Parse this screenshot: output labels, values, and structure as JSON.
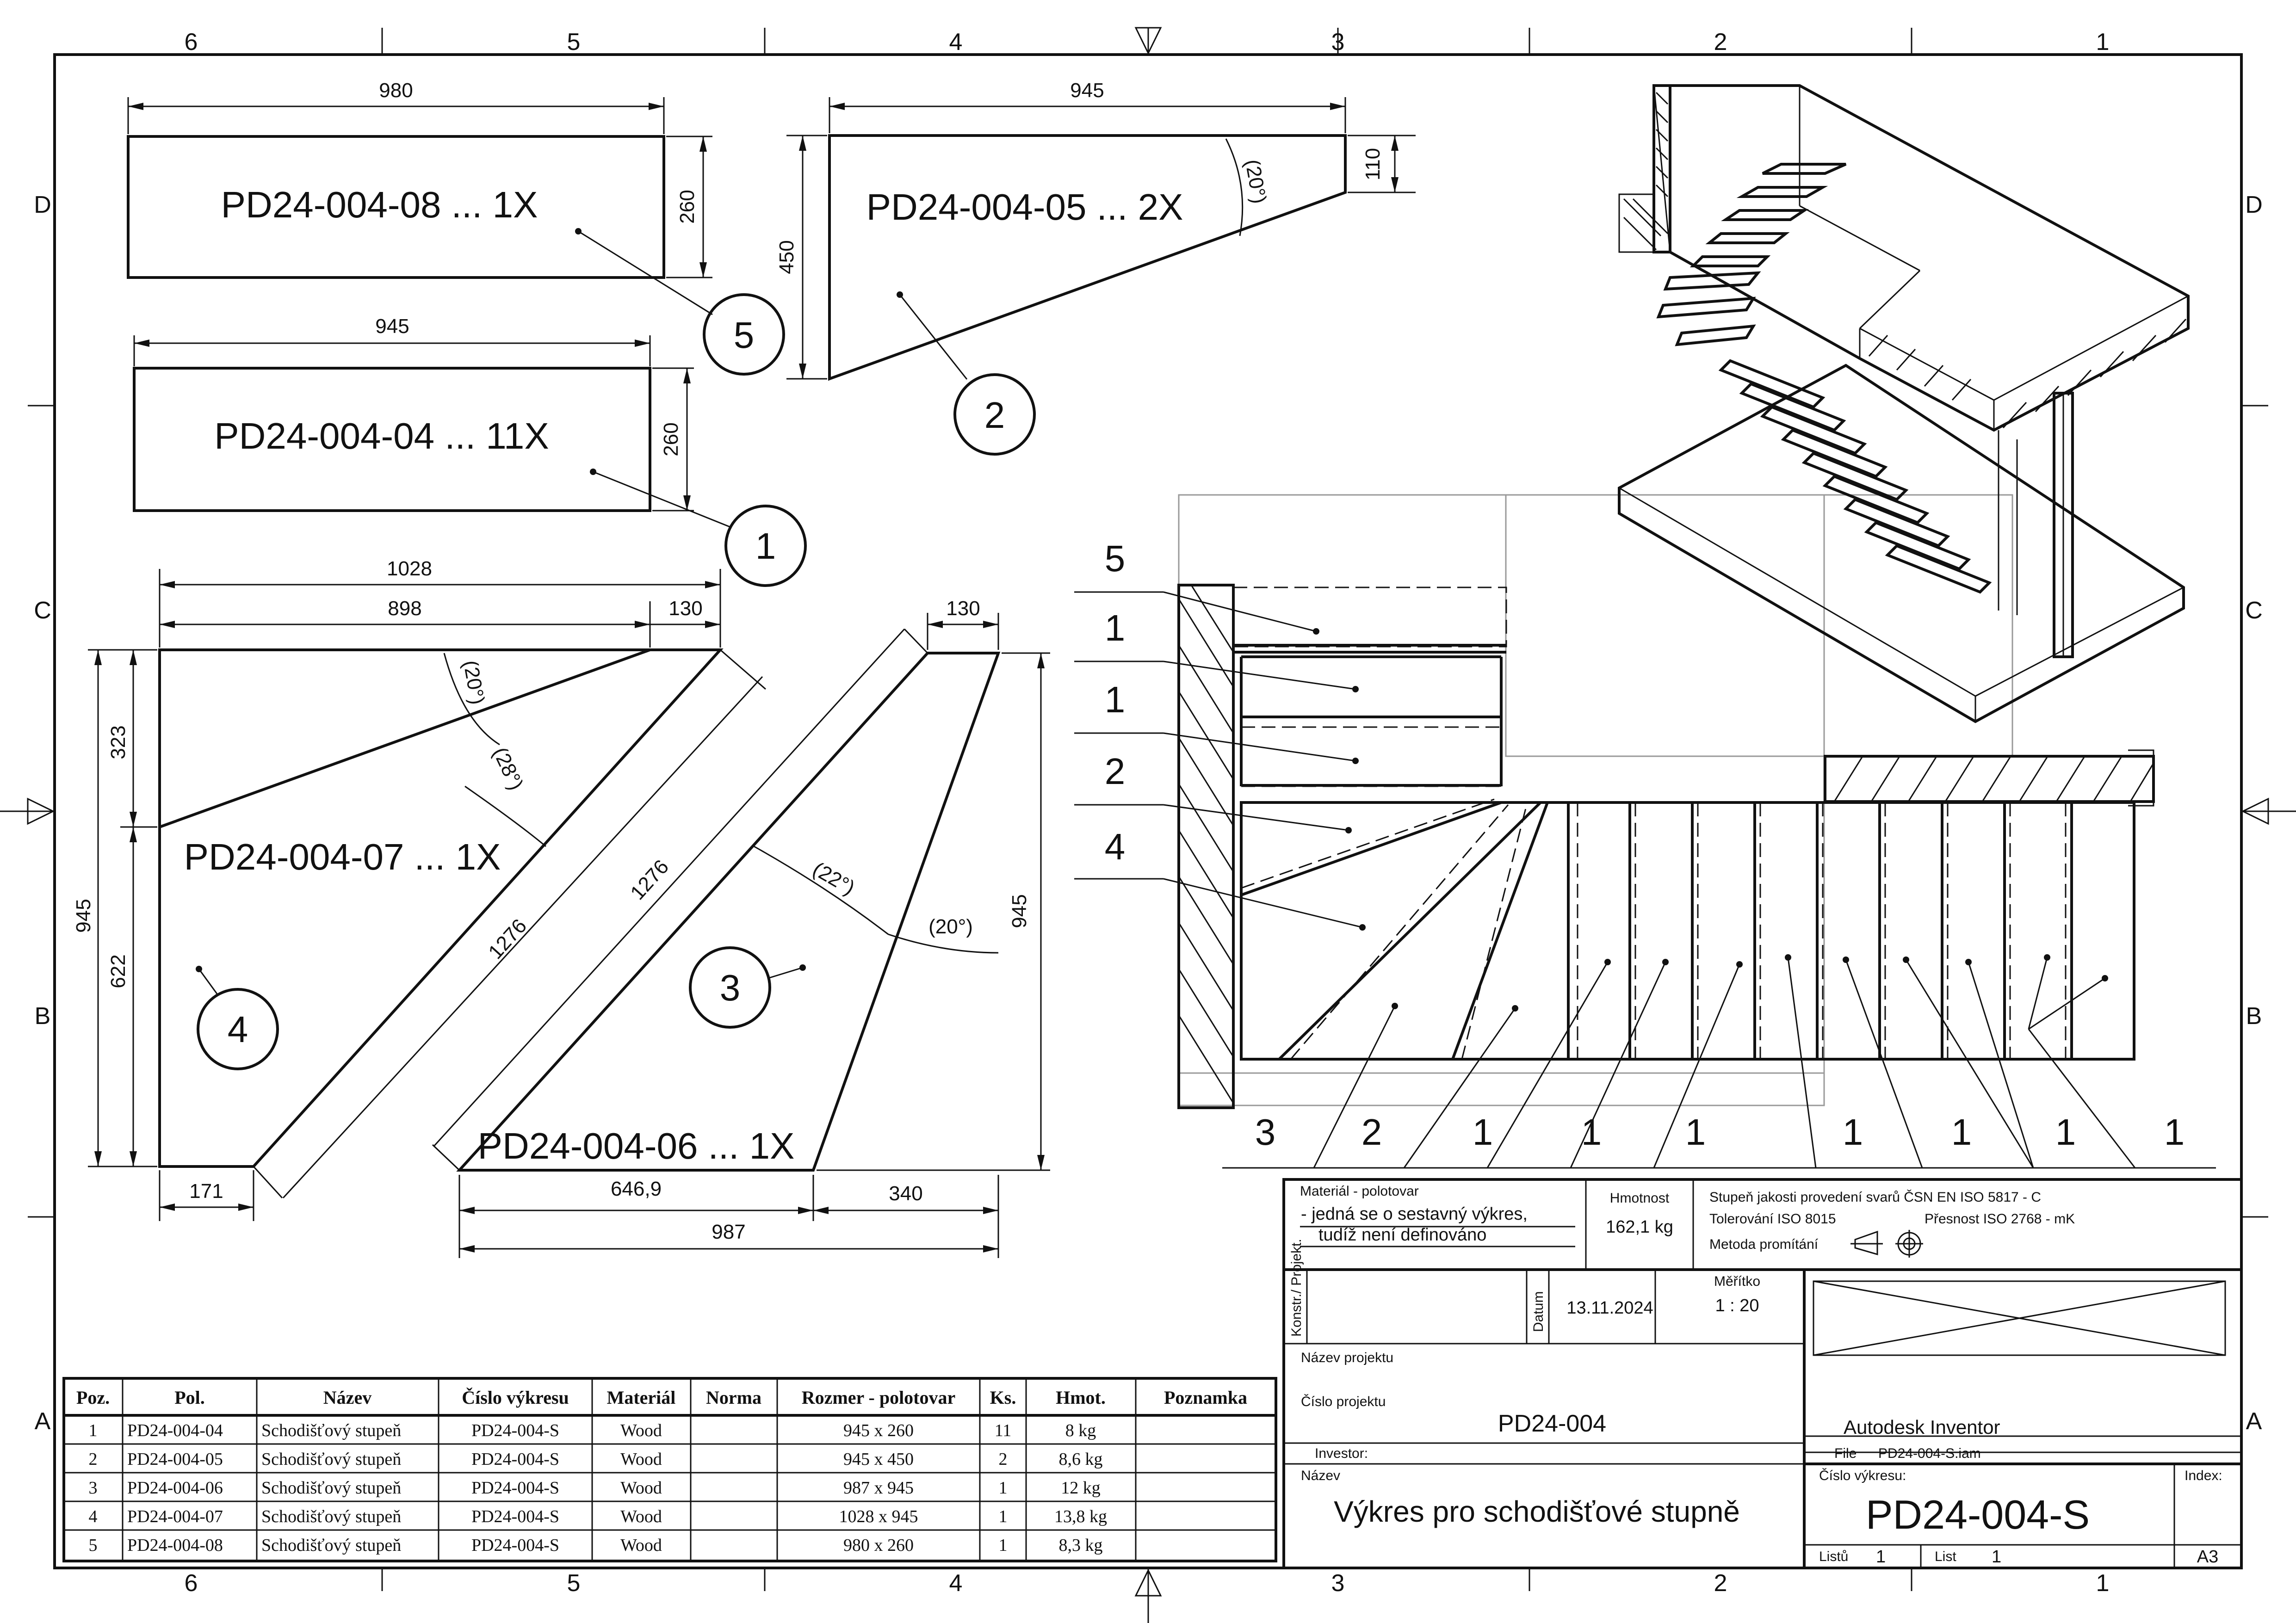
{
  "zones": {
    "columns": [
      "6",
      "5",
      "4",
      "3",
      "2",
      "1"
    ],
    "rows": [
      "D",
      "C",
      "B",
      "A"
    ]
  },
  "parts": {
    "p08": {
      "label": "PD24-004-08 ... 1X",
      "dims": [
        "980",
        "260"
      ],
      "balloon": "5"
    },
    "p04": {
      "label": "PD24-004-04 ... 11X",
      "dims": [
        "945",
        "260"
      ],
      "balloon": "1"
    },
    "p05": {
      "label": "PD24-004-05 ... 2X",
      "dims": [
        "945",
        "450",
        "110",
        "(20°)"
      ],
      "balloon": "2"
    },
    "p07": {
      "label": "PD24-004-07 ... 1X",
      "dims": [
        "1028",
        "898",
        "130",
        "323",
        "622",
        "945",
        "171",
        "1276",
        "(20°)",
        "(28°)"
      ],
      "balloon": "4"
    },
    "p06": {
      "label": "PD24-004-06 ... 1X",
      "dims": [
        "130",
        "1276",
        "945",
        "646,9",
        "340",
        "987",
        "(22°)",
        "(20°)"
      ],
      "balloon": "3"
    }
  },
  "plan_view": {
    "left_balloons": [
      "5",
      "1",
      "1",
      "2",
      "4"
    ],
    "bottom_balloons": [
      "3",
      "2",
      "1",
      "1",
      "1",
      "1",
      "1",
      "1",
      "1"
    ]
  },
  "bom": {
    "headers": [
      "Poz.",
      "Pol.",
      "Název",
      "Číslo výkresu",
      "Materiál",
      "Norma",
      "Rozmer - polotovar",
      "Ks.",
      "Hmot.",
      "Poznamka"
    ],
    "rows": [
      [
        "1",
        "PD24-004-04",
        "Schodišťový stupeň",
        "PD24-004-S",
        "Wood",
        "",
        "945 x 260",
        "11",
        "8 kg",
        ""
      ],
      [
        "2",
        "PD24-004-05",
        "Schodišťový stupeň",
        "PD24-004-S",
        "Wood",
        "",
        "945 x 450",
        "2",
        "8,6 kg",
        ""
      ],
      [
        "3",
        "PD24-004-06",
        "Schodišťový stupeň",
        "PD24-004-S",
        "Wood",
        "",
        "987 x 945",
        "1",
        "12 kg",
        ""
      ],
      [
        "4",
        "PD24-004-07",
        "Schodišťový stupeň",
        "PD24-004-S",
        "Wood",
        "",
        "1028 x 945",
        "1",
        "13,8 kg",
        ""
      ],
      [
        "5",
        "PD24-004-08",
        "Schodišťový stupeň",
        "PD24-004-S",
        "Wood",
        "",
        "980 x 260",
        "1",
        "8,3 kg",
        ""
      ]
    ]
  },
  "title_block": {
    "material_label": "Materiál - polotovar",
    "material_line1": "- jedná se o sestavný výkres,",
    "material_line2": "tudíž není definováno",
    "mass_label": "Hmotnost",
    "mass_value": "162,1 kg",
    "weld_quality": "Stupeň jakosti provedení svarů ČSN EN ISO 5817 - C",
    "tolerance": "Tolerování ISO 8015",
    "precision": "Přesnost ISO 2768 - mK",
    "projection_method": "Metoda promítání",
    "konstr_label": "Konstr./ Projekt.",
    "datum_label": "Datum",
    "datum_value": "13.11.2024",
    "scale_label": "Měřítko",
    "scale_value": "1 : 20",
    "project_name_label": "Název projektu",
    "project_number_label": "Číslo projektu",
    "project_number_value": "PD24-004",
    "investor_label": "Investor:",
    "software": "Autodesk Inventor",
    "file_label": "File",
    "file_value": "PD24-004-S.iam",
    "name_label": "Název",
    "name_value": "Výkres pro schodišťové stupně",
    "drawing_number_label": "Číslo výkresu:",
    "drawing_number_value": "PD24-004-S",
    "index_label": "Index:",
    "sheets_label": "Listů",
    "sheets_value": "1",
    "sheet_label": "List",
    "sheet_value": "1",
    "format": "A3"
  }
}
